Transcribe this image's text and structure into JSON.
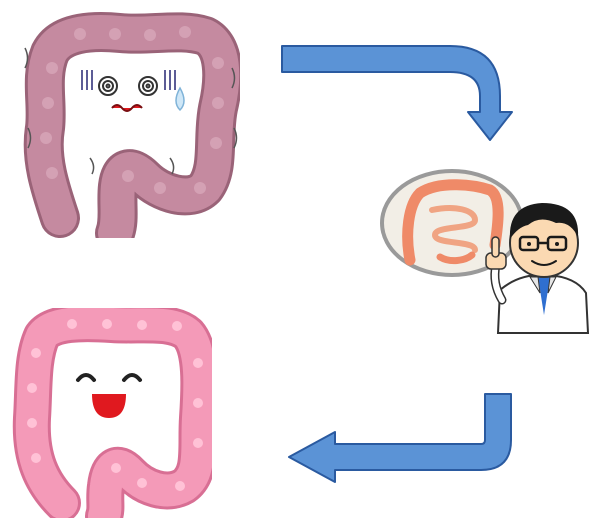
{
  "panels": [
    {
      "id": "sick-colon",
      "icon": "dizzy-colon-icon",
      "mood": "unwell"
    },
    {
      "id": "doctor-consult",
      "icon": "doctor-with-colon-diagram-icon",
      "mood": "explaining"
    },
    {
      "id": "healthy-colon",
      "icon": "happy-colon-icon",
      "mood": "happy"
    }
  ],
  "arrows": [
    {
      "from": "sick-colon",
      "to": "doctor-consult",
      "direction": "right-then-down"
    },
    {
      "from": "doctor-consult",
      "to": "healthy-colon",
      "direction": "down-then-left"
    }
  ],
  "colors": {
    "sick_colon": "#c58aa0",
    "sick_colon_shadow": "#9a6378",
    "healthy_colon": "#f49ab8",
    "healthy_colon_shadow": "#d86f94",
    "arrow_fill": "#5b93d6",
    "arrow_stroke": "#2a5aa0",
    "lens_ring": "#9a9a9a",
    "lens_bg": "#f2eee6",
    "diagram_colon": "#ef8a68",
    "doctor_hair": "#1a1a1a",
    "doctor_skin": "#fbd9b2",
    "doctor_coat": "#ffffff",
    "doctor_tie": "#2f6fd0",
    "mouth_red": "#e0191f"
  }
}
